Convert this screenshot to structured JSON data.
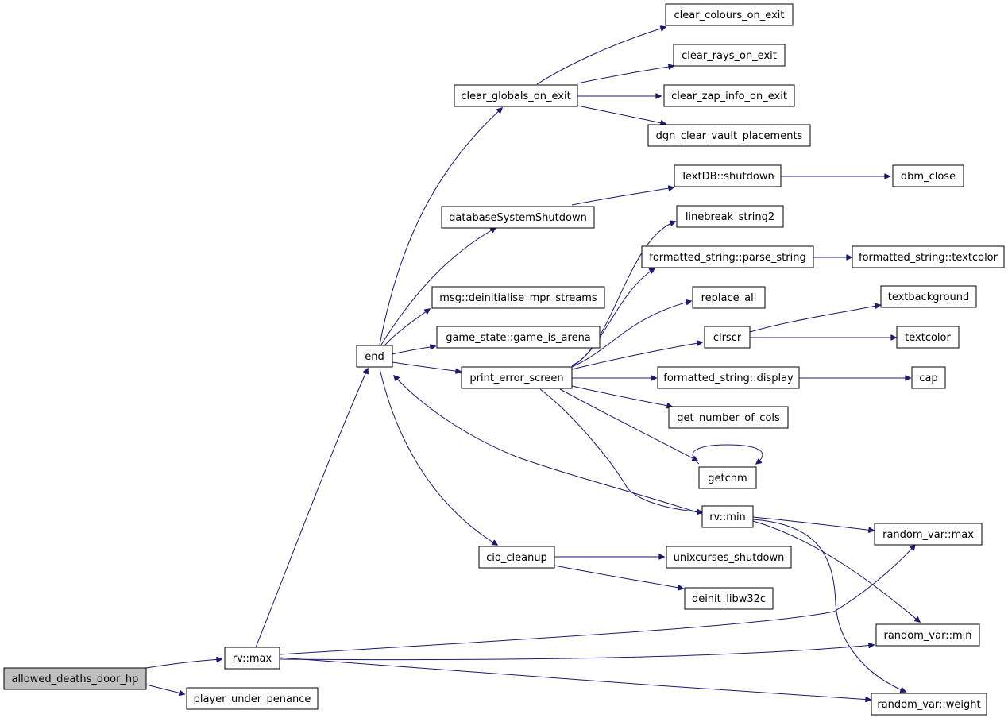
{
  "graph": {
    "root": "allowed_deaths_door_hp",
    "nodes": {
      "allowed_deaths_door_hp": "allowed_deaths_door_hp",
      "rv_max": "rv::max",
      "player_under_penance": "player_under_penance",
      "end": "end",
      "clear_globals_on_exit": "clear_globals_on_exit",
      "clear_colours_on_exit": "clear_colours_on_exit",
      "clear_rays_on_exit": "clear_rays_on_exit",
      "clear_zap_info_on_exit": "clear_zap_info_on_exit",
      "dgn_clear_vault_placements": "dgn_clear_vault_placements",
      "databaseSystemShutdown": "databaseSystemShutdown",
      "textdb_shutdown": "TextDB::shutdown",
      "dbm_close": "dbm_close",
      "msg_deinitialise_mpr_streams": "msg::deinitialise_mpr_streams",
      "game_state_game_is_arena": "game_state::game_is_arena",
      "print_error_screen": "print_error_screen",
      "linebreak_string2": "linebreak_string2",
      "fs_parse_string": "formatted_string::parse_string",
      "fs_textcolor": "formatted_string::textcolor",
      "replace_all": "replace_all",
      "clrscr": "clrscr",
      "textbackground": "textbackground",
      "textcolor": "textcolor",
      "fs_display": "formatted_string::display",
      "cap": "cap",
      "get_number_of_cols": "get_number_of_cols",
      "getchm": "getchm",
      "rv_min": "rv::min",
      "random_var_max": "random_var::max",
      "random_var_min": "random_var::min",
      "random_var_weight": "random_var::weight",
      "cio_cleanup": "cio_cleanup",
      "unixcurses_shutdown": "unixcurses_shutdown",
      "deinit_libw32c": "deinit_libw32c"
    },
    "edges": [
      [
        "allowed_deaths_door_hp",
        "rv_max"
      ],
      [
        "allowed_deaths_door_hp",
        "player_under_penance"
      ],
      [
        "rv_max",
        "end"
      ],
      [
        "rv_max",
        "random_var_max"
      ],
      [
        "rv_max",
        "random_var_min"
      ],
      [
        "rv_max",
        "random_var_weight"
      ],
      [
        "end",
        "clear_globals_on_exit"
      ],
      [
        "end",
        "databaseSystemShutdown"
      ],
      [
        "end",
        "msg_deinitialise_mpr_streams"
      ],
      [
        "end",
        "game_state_game_is_arena"
      ],
      [
        "end",
        "print_error_screen"
      ],
      [
        "end",
        "cio_cleanup"
      ],
      [
        "clear_globals_on_exit",
        "clear_colours_on_exit"
      ],
      [
        "clear_globals_on_exit",
        "clear_rays_on_exit"
      ],
      [
        "clear_globals_on_exit",
        "clear_zap_info_on_exit"
      ],
      [
        "clear_globals_on_exit",
        "dgn_clear_vault_placements"
      ],
      [
        "databaseSystemShutdown",
        "textdb_shutdown"
      ],
      [
        "textdb_shutdown",
        "dbm_close"
      ],
      [
        "print_error_screen",
        "linebreak_string2"
      ],
      [
        "print_error_screen",
        "fs_parse_string"
      ],
      [
        "print_error_screen",
        "replace_all"
      ],
      [
        "print_error_screen",
        "clrscr"
      ],
      [
        "print_error_screen",
        "fs_display"
      ],
      [
        "print_error_screen",
        "get_number_of_cols"
      ],
      [
        "print_error_screen",
        "getchm"
      ],
      [
        "print_error_screen",
        "rv_min"
      ],
      [
        "fs_parse_string",
        "fs_textcolor"
      ],
      [
        "clrscr",
        "textbackground"
      ],
      [
        "clrscr",
        "textcolor"
      ],
      [
        "fs_display",
        "cap"
      ],
      [
        "getchm",
        "getchm"
      ],
      [
        "rv_min",
        "end"
      ],
      [
        "rv_min",
        "random_var_max"
      ],
      [
        "rv_min",
        "random_var_min"
      ],
      [
        "rv_min",
        "random_var_weight"
      ],
      [
        "cio_cleanup",
        "unixcurses_shutdown"
      ],
      [
        "cio_cleanup",
        "deinit_libw32c"
      ]
    ]
  }
}
